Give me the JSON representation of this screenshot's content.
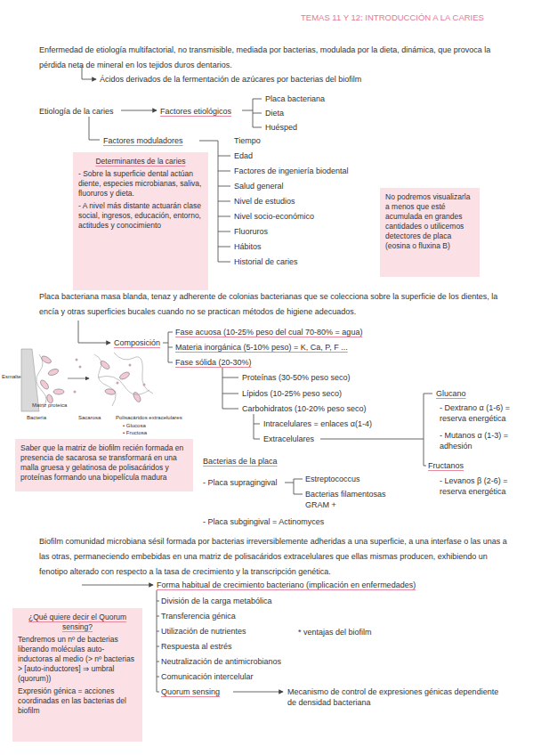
{
  "diagram": {
    "title": "TEMAS 11 Y 12: INTRODUCCIÓN A LA CARIES",
    "nodes": [
      {
        "text": [
          "Determinantes de la caries",
          "- Sobre la superficie dental actúan diente, especies microbianas, saliva, fluoruros y dieta.",
          "- A nivel más distante actuarán clase social, ingresos, educación, entorno, actitudes y conocimiento"
        ]
      },
      {
        "text": [
          "No podremos visualizarla a menos que esté acumulada en grandes cantidades o utilicemos detectores de placa (eosina o fluxina B)"
        ]
      },
      {
        "text": [
          "Saber que la matriz de biofilm recién formada en presencia de sacarosa se transformará en una malla gruesa y gelatinosa de polisacáridos y proteínas formando una biopelícula madura"
        ]
      },
      {
        "text": [
          "¿Qué quiere decir el Quorum sensing?",
          "Tendremos un nº de bacterias liberando moléculas auto-inductoras al medio (> nº bacterias > [auto-inductores] ⇒ umbral (quorum))",
          "Expresión génica = acciones coordinadas en las bacterias del biofilm"
        ]
      }
    ],
    "labels": [
      "Enfermedad de etiología multifactorial, no transmisible, mediada por bacterias, modulada por la dieta, dinámica, que provoca la pérdida neta de mineral en los tejidos duros dentarios.",
      "Ácidos derivados de la fermentación de azúcares por bacterias del biofilm",
      "Etiología de la caries",
      "Factores etiológicos",
      "Placa bacteriana",
      "Dieta",
      "Huésped",
      "Factores moduladores",
      "Tiempo",
      "Edad",
      "Factores de ingeniería biodental",
      "Salud general",
      "Nivel de estudios",
      "Nivel socio-económico",
      "Fluoruros",
      "Hábitos",
      "Historial de caries",
      "Placa bacteriana masa blanda, tenaz y adherente de colonias bacterianas que se colecciona sobre la superficie de los dientes, la encía y otras superficies bucales cuando no se practican métodos de higiene adecuados.",
      "Composición",
      "Fase acuosa (10-25% peso del cual 70-80% = agua)",
      "Materia inorgánica (5-10% peso) = K, Ca, P, F ...",
      "Fase sólida (20-30%)",
      "Proteínas (30-50% peso seco)",
      "Lípidos (10-25% peso seco)",
      "Carbohidratos (10-20% peso seco)",
      "Intracelulares = enlaces α(1-4)",
      "Extracelulares",
      "Glucano",
      "- Dextrano α (1-6) = reserva energética",
      "- Mutanos α (1-3) = adhesión",
      "Fructanos",
      "- Levanos β (2-6) = reserva energética",
      "Bacterias de la placa",
      "- Placa supragingival",
      "Estreptococcus",
      "Bacterias filamentosas GRAM +",
      "- Placa subgingival = Actinomyces",
      "Biofilm comunidad microbiana sésil formada por bacterias irreversiblemente adheridas a una superficie, a una interfase o las unas a las otras, permaneciendo embebidas en una matriz de polisacáridos extracelulares que ellas mismas producen, exhibiendo un fenotipo alterado con respecto a la tasa de crecimiento y la transcripción genética.",
      "Forma habitual de crecimiento bacteriano (implicación en enfermedades)",
      "División de la carga metabólica",
      "Transferencia génica",
      "Utilización de nutrientes",
      "Respuesta al estrés",
      "Neutralización de antimicrobianos",
      "Comunicación intercelular",
      "Quorum sensing",
      "Mecanismo de control de expresiones génicas dependiente de densidad bacteriana",
      "* ventajas del biofilm",
      "Esmalte",
      "Matriz proteica",
      "Bacteria",
      "Sacarosa",
      "Polisacáridos extracelulares",
      "• Glucosa",
      "• Fructosa"
    ]
  }
}
